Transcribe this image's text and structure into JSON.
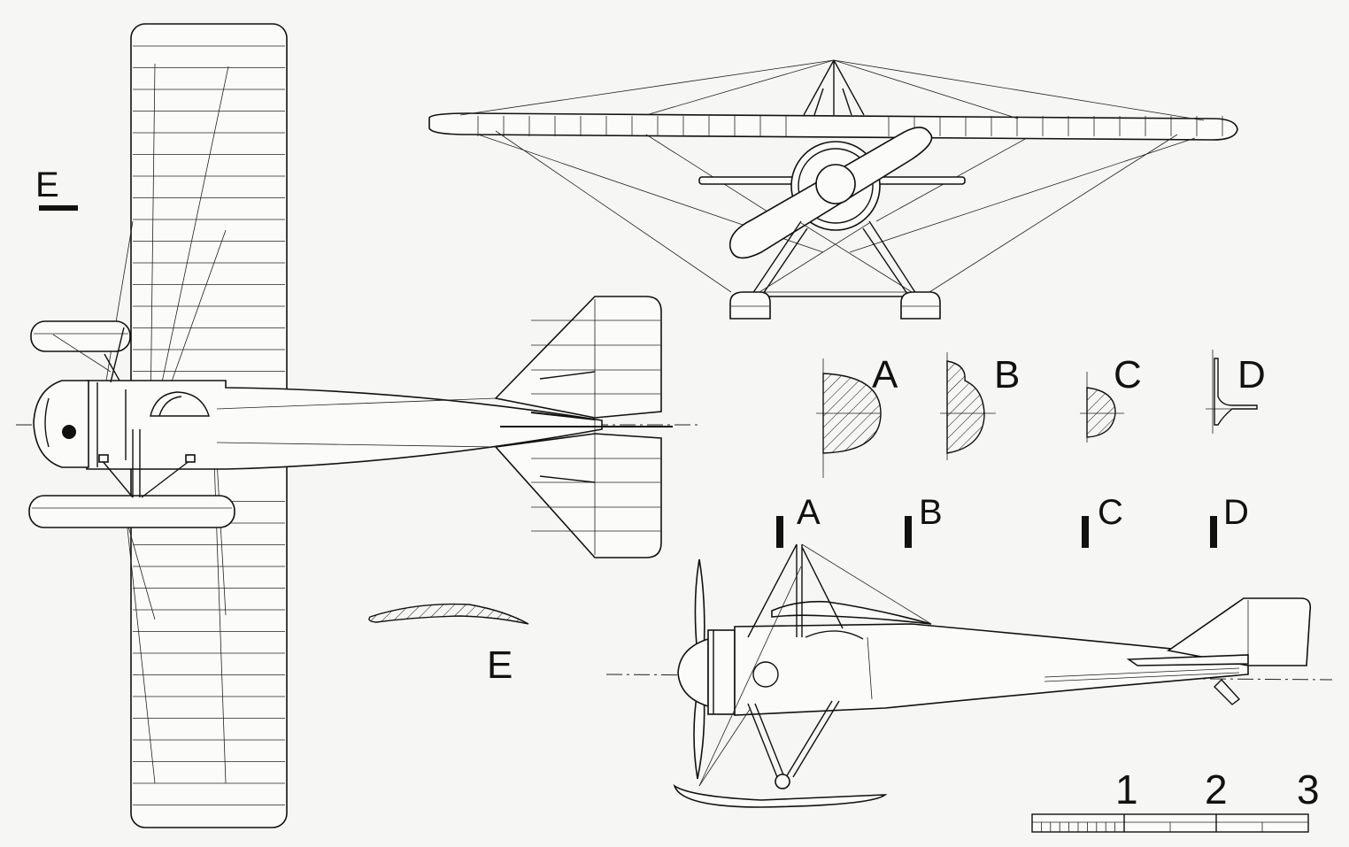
{
  "labels": {
    "view_e_top": "E",
    "section_a": "A",
    "section_b": "B",
    "section_c": "C",
    "section_d": "D",
    "cut_a": "A",
    "cut_b": "B",
    "cut_c": "C",
    "cut_d": "D",
    "profile_e": "E"
  },
  "scale_bar": {
    "ticks": [
      "1",
      "2",
      "3"
    ]
  }
}
